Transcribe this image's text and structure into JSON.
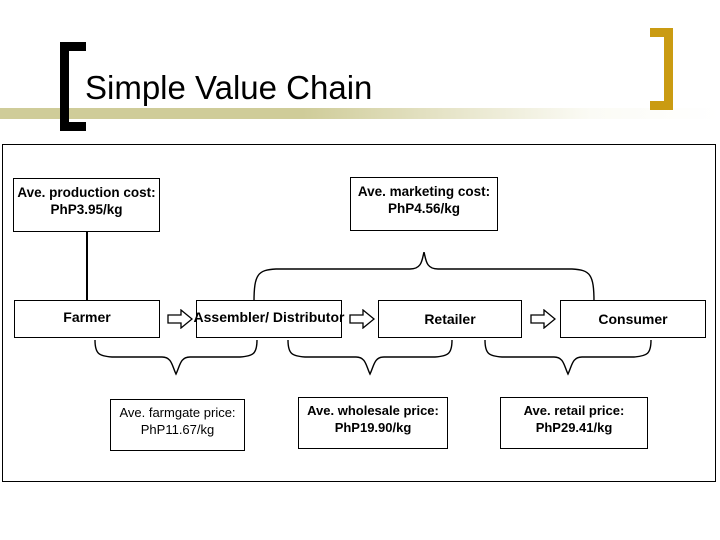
{
  "slide": {
    "title": "Simple Value Chain",
    "accent_color": "#ca9b12",
    "band_color": "#cfcc99",
    "bracket_left_color": "#000000"
  },
  "diagram": {
    "type": "value-chain-flow",
    "cost_boxes": [
      {
        "id": "production-cost",
        "lines": [
          "Ave.",
          "production",
          "cost:",
          "PhP3.95/kg"
        ],
        "text": "Ave. production cost: PhP3.95/kg",
        "currency": "PhP",
        "value": 3.95,
        "unit": "/kg",
        "bold": true
      },
      {
        "id": "marketing-cost",
        "lines": [
          "Ave. marketing",
          "cost:",
          "PhP4.56/kg"
        ],
        "text": "Ave. marketing cost: PhP4.56/kg",
        "currency": "PhP",
        "value": 4.56,
        "unit": "/kg",
        "bold": true
      }
    ],
    "chain_actors": [
      {
        "id": "farmer",
        "label": "Farmer"
      },
      {
        "id": "assembler-distributor",
        "label": "Assembler/ Distributor"
      },
      {
        "id": "retailer",
        "label": "Retailer"
      },
      {
        "id": "consumer",
        "label": "Consumer"
      }
    ],
    "arrows": [
      {
        "id": "arrow-farmer-to-assembler",
        "glyph": "block-arrow-right"
      },
      {
        "id": "arrow-assembler-to-retailer",
        "glyph": "block-arrow-right"
      },
      {
        "id": "arrow-retailer-to-consumer",
        "glyph": "block-arrow-right"
      }
    ],
    "price_boxes": [
      {
        "id": "farmgate-price",
        "lines": [
          "Ave. farmgate",
          "price:",
          "PhP11.67/kg"
        ],
        "text": "Ave. farmgate price: PhP11.67/kg",
        "currency": "PhP",
        "value": 11.67,
        "unit": "/kg",
        "bold": false
      },
      {
        "id": "wholesale-price",
        "lines": [
          "Ave. wholesale",
          "price:",
          "PhP19.90/kg"
        ],
        "text": "Ave. wholesale price: PhP19.90/kg",
        "currency": "PhP",
        "value": 19.9,
        "unit": "/kg",
        "bold": true
      },
      {
        "id": "retail-price",
        "lines": [
          "Ave. retail",
          "price:",
          "PhP29.41/kg"
        ],
        "text": "Ave. retail price: PhP29.41/kg",
        "currency": "PhP",
        "value": 29.41,
        "unit": "/kg",
        "bold": true
      }
    ]
  }
}
